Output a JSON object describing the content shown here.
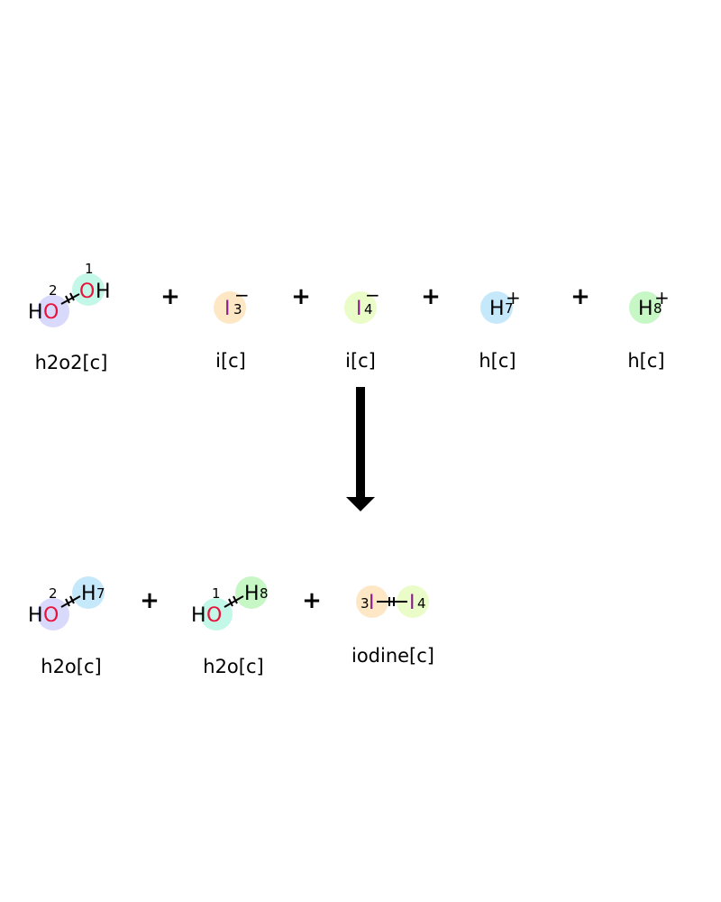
{
  "colors": {
    "oxygen": "#e8123a",
    "iodine": "#8a1f8f",
    "hydrogen": "#000000",
    "bond": "#000000",
    "arrow": "#000000",
    "h2o2_o2_bg": "#d9d9fb",
    "h2o2_o1_bg": "#c3f7e8",
    "i3_bg": "#fde7c5",
    "i4_bg": "#eafcc8",
    "h7_bg": "#c5e8fb",
    "h8_bg": "#c8f7c6"
  },
  "reactants": [
    {
      "label": "h2o2[c]",
      "atoms": [
        {
          "symbol": "O",
          "h": "H",
          "map": "2",
          "element": "oxygen"
        },
        {
          "symbol": "O",
          "h": "H",
          "map": "1",
          "element": "oxygen"
        }
      ]
    },
    {
      "label": "i[c]",
      "symbol": "I",
      "map": "3",
      "charge": "−",
      "element": "iodine"
    },
    {
      "label": "i[c]",
      "symbol": "I",
      "map": "4",
      "charge": "−",
      "element": "iodine"
    },
    {
      "label": "h[c]",
      "symbol": "H",
      "map": "7",
      "charge": "+",
      "element": "hydrogen"
    },
    {
      "label": "h[c]",
      "symbol": "H",
      "map": "8",
      "charge": "+",
      "element": "hydrogen"
    }
  ],
  "products": [
    {
      "label": "h2o[c]",
      "atoms": [
        {
          "symbol": "O",
          "h": "H",
          "map": "2",
          "element": "oxygen"
        },
        {
          "symbol": "H",
          "map": "7",
          "element": "hydrogen"
        }
      ]
    },
    {
      "label": "h2o[c]",
      "atoms": [
        {
          "symbol": "O",
          "h": "H",
          "map": "1",
          "element": "oxygen"
        },
        {
          "symbol": "H",
          "map": "8",
          "element": "hydrogen"
        }
      ]
    },
    {
      "label": "iodine[c]",
      "atoms": [
        {
          "symbol": "I",
          "map": "3",
          "element": "iodine"
        },
        {
          "symbol": "I",
          "map": "4",
          "element": "iodine"
        }
      ]
    }
  ],
  "plus_sign": "+"
}
